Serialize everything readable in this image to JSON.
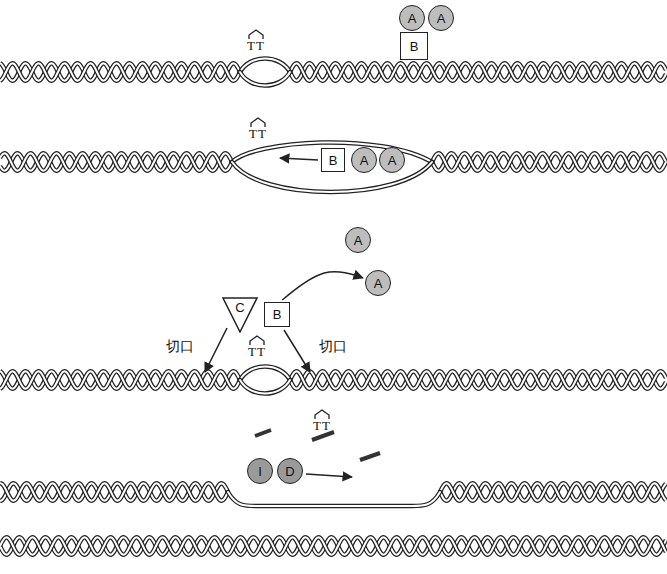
{
  "diagram": {
    "nodes": [
      {
        "text": [
          "A"
        ]
      },
      {
        "text": [
          "A"
        ]
      },
      {
        "text": [
          "B"
        ]
      },
      {
        "text": [
          "B"
        ]
      },
      {
        "text": [
          "A"
        ]
      },
      {
        "text": [
          "A"
        ]
      },
      {
        "text": [
          "A"
        ]
      },
      {
        "text": [
          "A"
        ]
      },
      {
        "text": [
          "C"
        ]
      },
      {
        "text": [
          "B"
        ]
      },
      {
        "text": [
          "I"
        ]
      },
      {
        "text": [
          "D"
        ]
      }
    ],
    "edges": [
      {
        "from": 9,
        "to": 7,
        "arrow": "to"
      }
    ],
    "labels": [
      "TT",
      "TT",
      "切口",
      "TT",
      "切口",
      "TT"
    ]
  }
}
